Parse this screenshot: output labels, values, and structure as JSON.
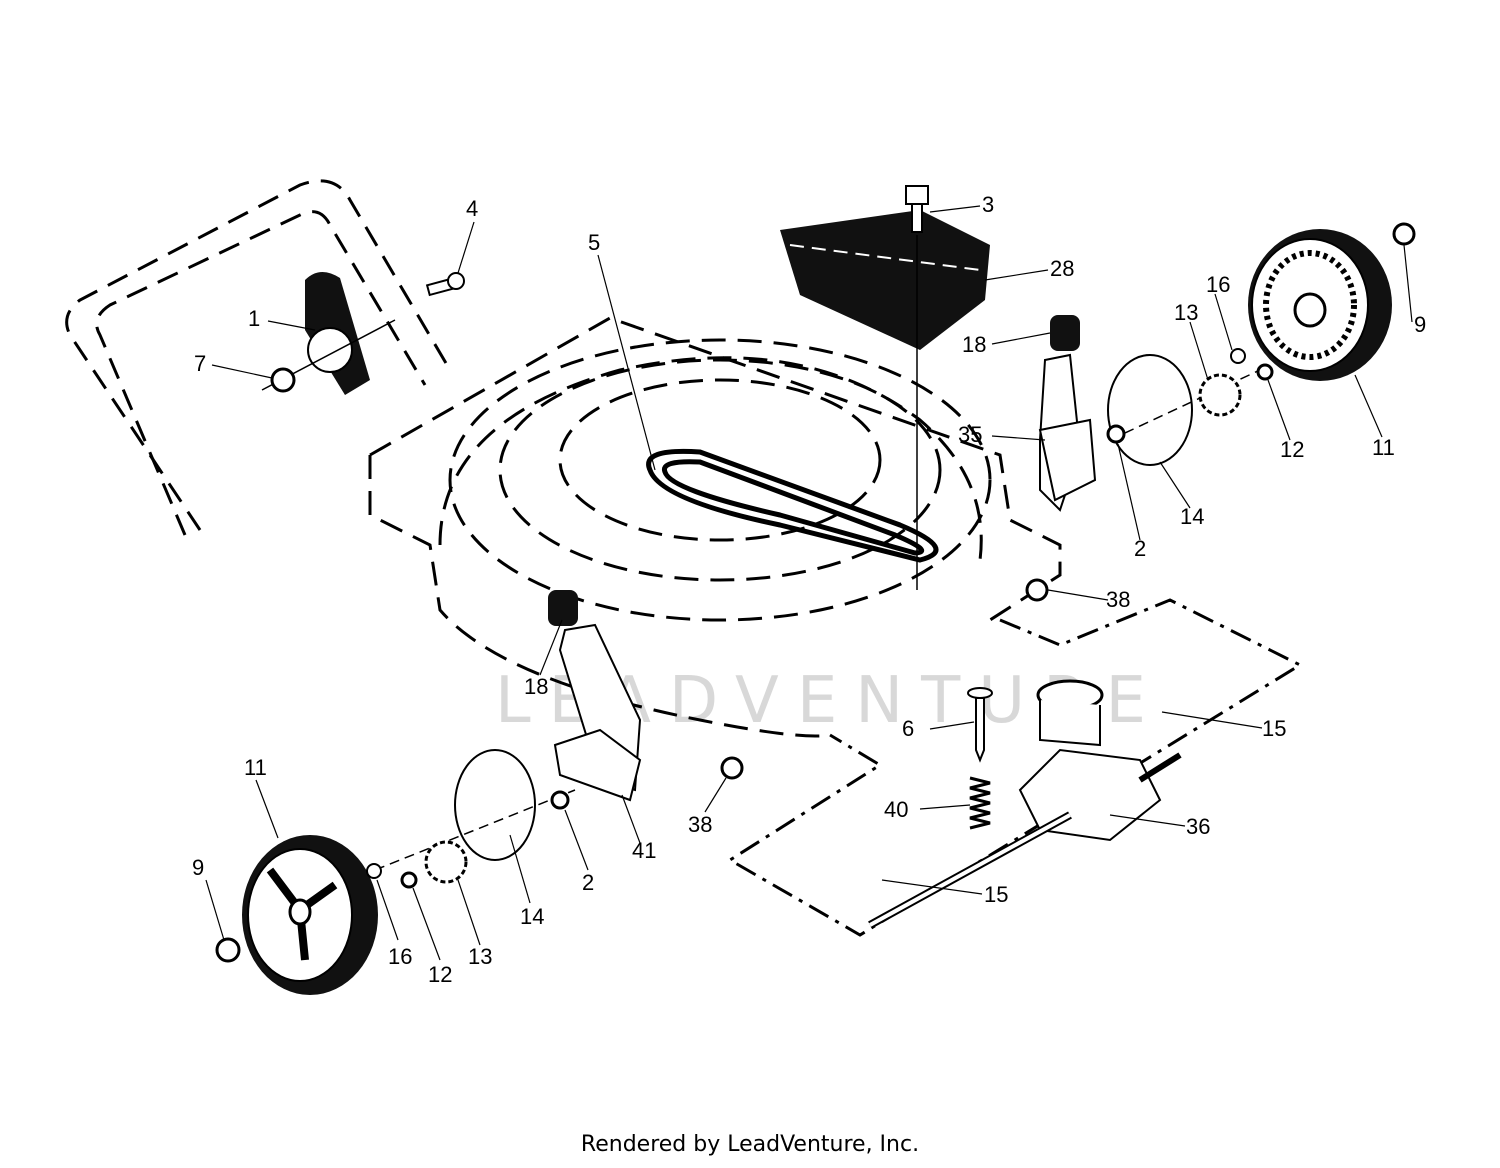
{
  "watermark": "LEADVENTURE",
  "footer": "Rendered by LeadVenture, Inc.",
  "callouts": [
    {
      "id": "1",
      "text": "1"
    },
    {
      "id": "4",
      "text": "4"
    },
    {
      "id": "7",
      "text": "7"
    },
    {
      "id": "5",
      "text": "5"
    },
    {
      "id": "3",
      "text": "3"
    },
    {
      "id": "28",
      "text": "28"
    },
    {
      "id": "18a",
      "text": "18"
    },
    {
      "id": "16a",
      "text": "16"
    },
    {
      "id": "13a",
      "text": "13"
    },
    {
      "id": "9a",
      "text": "9"
    },
    {
      "id": "35",
      "text": "35"
    },
    {
      "id": "12a",
      "text": "12"
    },
    {
      "id": "11a",
      "text": "11"
    },
    {
      "id": "14a",
      "text": "14"
    },
    {
      "id": "2a",
      "text": "2"
    },
    {
      "id": "38a",
      "text": "38"
    },
    {
      "id": "18b",
      "text": "18"
    },
    {
      "id": "6",
      "text": "6"
    },
    {
      "id": "15a",
      "text": "15"
    },
    {
      "id": "40",
      "text": "40"
    },
    {
      "id": "36",
      "text": "36"
    },
    {
      "id": "11b",
      "text": "11"
    },
    {
      "id": "41",
      "text": "41"
    },
    {
      "id": "38b",
      "text": "38"
    },
    {
      "id": "2b",
      "text": "2"
    },
    {
      "id": "9b",
      "text": "9"
    },
    {
      "id": "14b",
      "text": "14"
    },
    {
      "id": "15b",
      "text": "15"
    },
    {
      "id": "16b",
      "text": "16"
    },
    {
      "id": "12b",
      "text": "12"
    },
    {
      "id": "13b",
      "text": "13"
    }
  ]
}
